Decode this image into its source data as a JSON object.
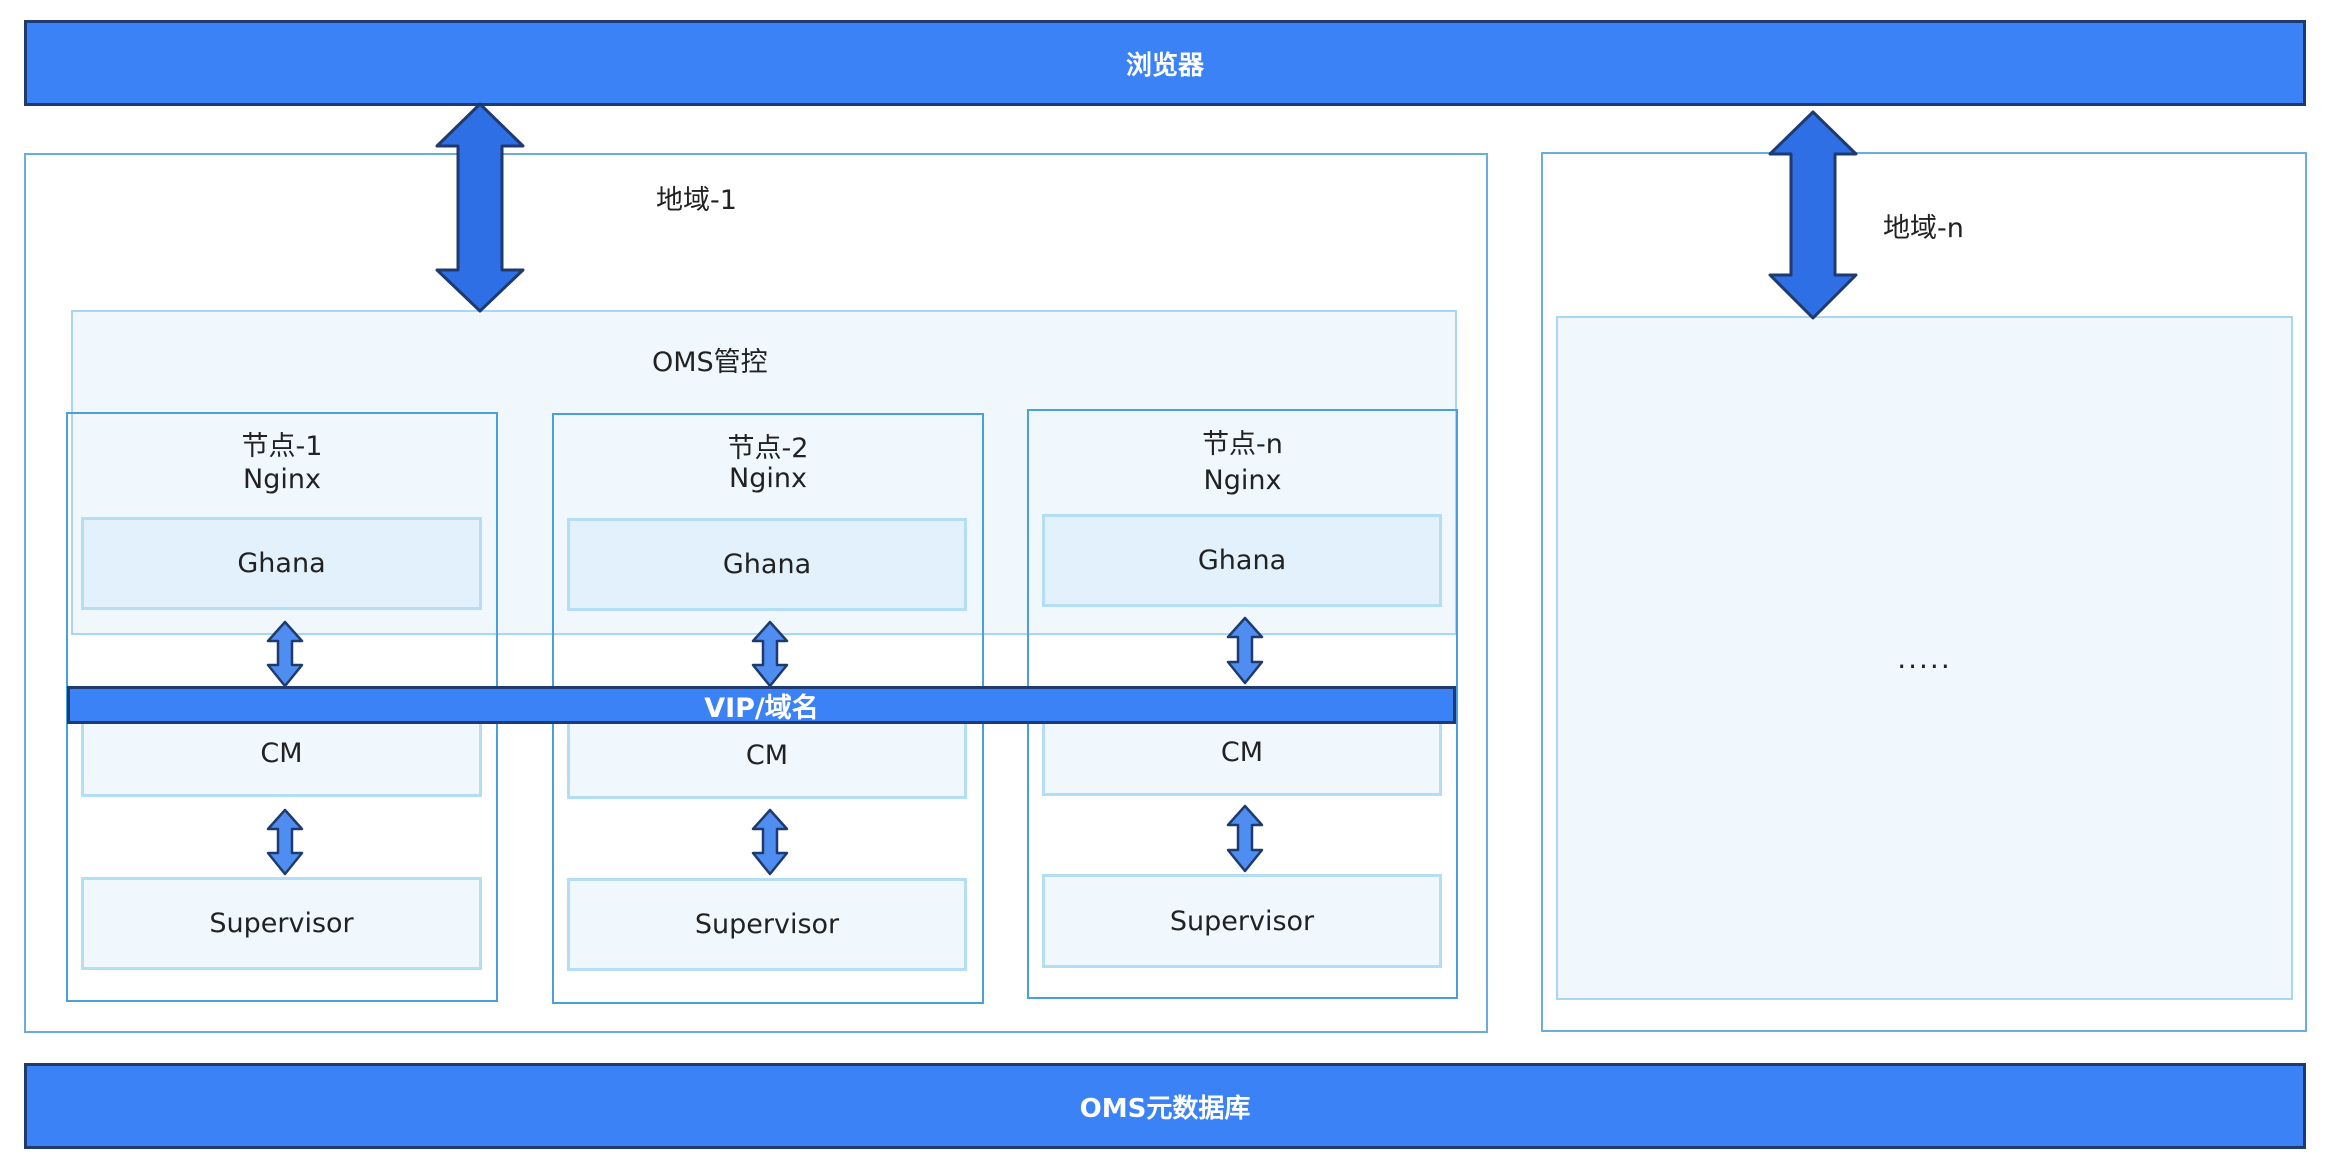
{
  "top_bar": {
    "label": "浏览器"
  },
  "bottom_bar": {
    "label": "OMS元数据库"
  },
  "region_1": {
    "label": "地域-1",
    "management": {
      "label": "OMS管控",
      "vip_label": "VIP/域名",
      "nodes": [
        {
          "title": "节点-1",
          "proxy": "Nginx",
          "components": [
            "Ghana",
            "CM",
            "Supervisor"
          ]
        },
        {
          "title": "节点-2",
          "proxy": "Nginx",
          "components": [
            "Ghana",
            "CM",
            "Supervisor"
          ]
        },
        {
          "title": "节点-n",
          "proxy": "Nginx",
          "components": [
            "Ghana",
            "CM",
            "Supervisor"
          ]
        }
      ]
    }
  },
  "region_n": {
    "label": "地域-n",
    "placeholder": "....."
  },
  "colors": {
    "bar_fill": "#3b82f6",
    "bar_border": "#1e3a6e",
    "region_border": "#6aaee0",
    "component_border": "#b4def5",
    "management_fill": "#f0f7fd"
  }
}
